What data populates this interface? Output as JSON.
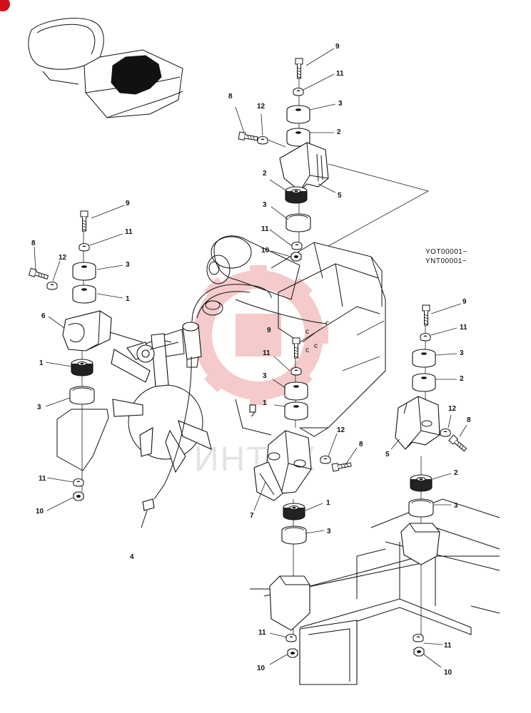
{
  "serial_lines": [
    "YOT00001~",
    "YNT00001~"
  ],
  "watermark": "ИНТЕХ",
  "parts": [
    {
      "id": "top-9",
      "label": "9"
    },
    {
      "id": "top-11",
      "label": "11"
    },
    {
      "id": "top-3",
      "label": "3"
    },
    {
      "id": "top-2",
      "label": "2"
    },
    {
      "id": "top-8",
      "label": "8"
    },
    {
      "id": "top-12",
      "label": "12"
    },
    {
      "id": "top-5",
      "label": "5"
    },
    {
      "id": "top-2b",
      "label": "2"
    },
    {
      "id": "top-3b",
      "label": "3"
    },
    {
      "id": "top-11b",
      "label": "11"
    },
    {
      "id": "top-10",
      "label": "10"
    },
    {
      "id": "left-9",
      "label": "9"
    },
    {
      "id": "left-11",
      "label": "11"
    },
    {
      "id": "left-8",
      "label": "8"
    },
    {
      "id": "left-12",
      "label": "12"
    },
    {
      "id": "left-3",
      "label": "3"
    },
    {
      "id": "left-1",
      "label": "1"
    },
    {
      "id": "left-6",
      "label": "6"
    },
    {
      "id": "left-1b",
      "label": "1"
    },
    {
      "id": "left-3b",
      "label": "3"
    },
    {
      "id": "left-11b",
      "label": "11"
    },
    {
      "id": "left-10",
      "label": "10"
    },
    {
      "id": "mid-9",
      "label": "9"
    },
    {
      "id": "mid-11",
      "label": "11"
    },
    {
      "id": "mid-3",
      "label": "3"
    },
    {
      "id": "mid-1",
      "label": "1"
    },
    {
      "id": "mid-12",
      "label": "12"
    },
    {
      "id": "mid-8",
      "label": "8"
    },
    {
      "id": "mid-7",
      "label": "7"
    },
    {
      "id": "mid-1b",
      "label": "1"
    },
    {
      "id": "mid-3b",
      "label": "3"
    },
    {
      "id": "mid-11b",
      "label": "11"
    },
    {
      "id": "mid-10",
      "label": "10"
    },
    {
      "id": "right-9",
      "label": "9"
    },
    {
      "id": "right-11",
      "label": "11"
    },
    {
      "id": "right-3",
      "label": "3"
    },
    {
      "id": "right-2",
      "label": "2"
    },
    {
      "id": "right-12",
      "label": "12"
    },
    {
      "id": "right-8",
      "label": "8"
    },
    {
      "id": "right-5",
      "label": "5"
    },
    {
      "id": "right-2b",
      "label": "2"
    },
    {
      "id": "right-3b",
      "label": "3"
    },
    {
      "id": "right-11b",
      "label": "11"
    },
    {
      "id": "right-10",
      "label": "10"
    },
    {
      "id": "sensor-4",
      "label": "4"
    }
  ]
}
